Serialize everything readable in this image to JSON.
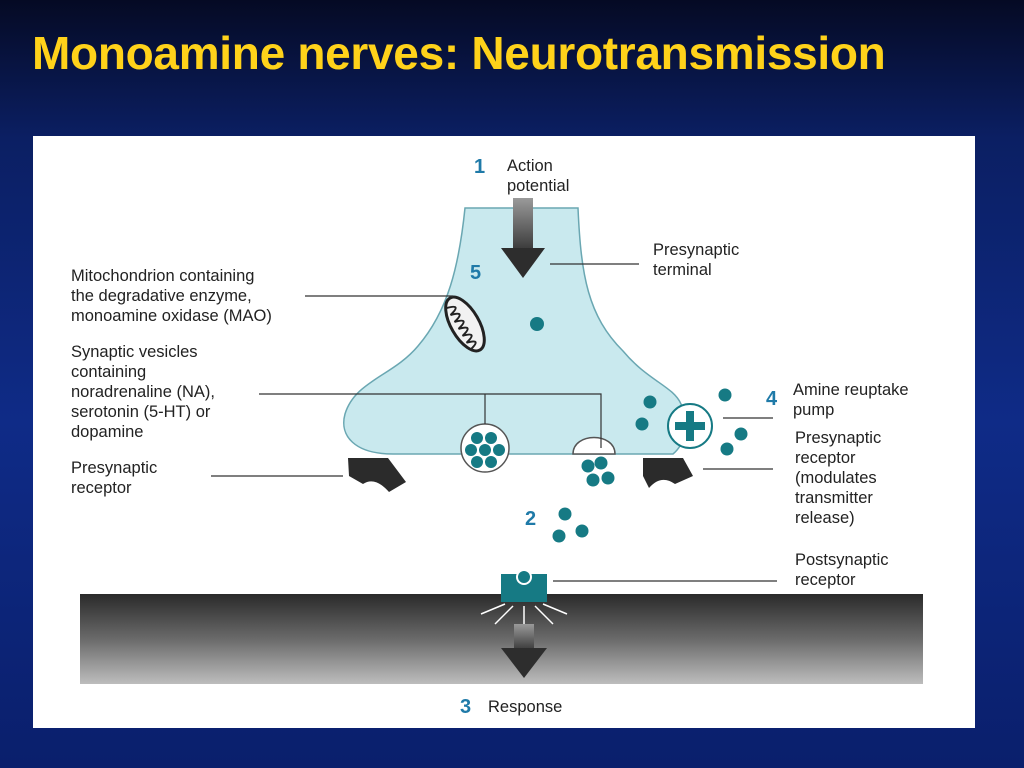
{
  "slide": {
    "title": "Monoamine nerves: Neurotransmission"
  },
  "diagram": {
    "steps": {
      "s1": {
        "number": "1",
        "label": "Action\npotential"
      },
      "s2": {
        "number": "2"
      },
      "s3": {
        "number": "3",
        "label": "Response"
      },
      "s4": {
        "number": "4",
        "label": "Amine reuptake\npump"
      },
      "s5": {
        "number": "5"
      }
    },
    "labels": {
      "presynaptic_terminal": "Presynaptic\nterminal",
      "mitochondrion": "Mitochondrion containing\nthe degradative enzyme,\nmonoamine oxidase (MAO)",
      "vesicles": "Synaptic vesicles\ncontaining\nnoradrenaline (NA),\nserotonin (5-HT) or\ndopamine",
      "presynaptic_receptor_left": "Presynaptic\nreceptor",
      "presynaptic_receptor_right": "Presynaptic\nreceptor\n(modulates\ntransmitter\nrelease)",
      "postsynaptic_receptor": "Postsynaptic\nreceptor"
    },
    "colors": {
      "terminal_fill": "#c9e9ee",
      "molecule": "#167a84",
      "number": "#1f7aa8",
      "title": "#ffd21a"
    }
  }
}
